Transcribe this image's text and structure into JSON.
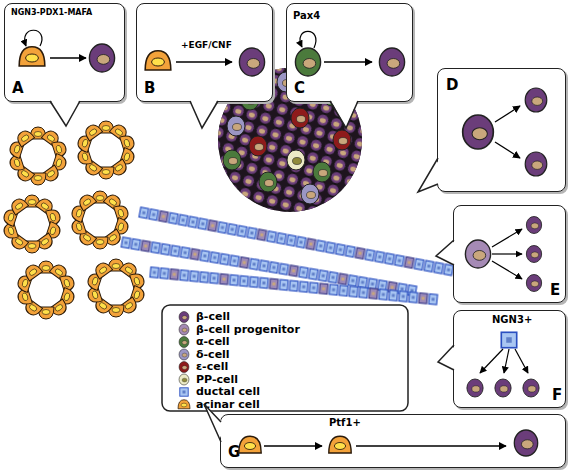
{
  "diagram": {
    "nodes": [
      {
        "text": [
          "NGN3-PDX1-MAFA",
          "A"
        ]
      },
      {
        "text": [
          "+EGF/CNF",
          "B"
        ]
      },
      {
        "text": [
          "Pax4",
          "C"
        ]
      },
      {
        "text": [
          "D"
        ]
      },
      {
        "text": [
          "E"
        ]
      },
      {
        "text": [
          "NGN3+",
          "F"
        ]
      },
      {
        "text": [
          "Ptf1+",
          "G"
        ]
      }
    ],
    "legend": [
      {
        "text": "β-cell"
      },
      {
        "text": "β-cell progenitor"
      },
      {
        "text": "α-cell"
      },
      {
        "text": "δ-cell"
      },
      {
        "text": "ε-cell"
      },
      {
        "text": "PP-cell"
      },
      {
        "text": "ductal cell"
      },
      {
        "text": "acinar cell"
      }
    ]
  }
}
